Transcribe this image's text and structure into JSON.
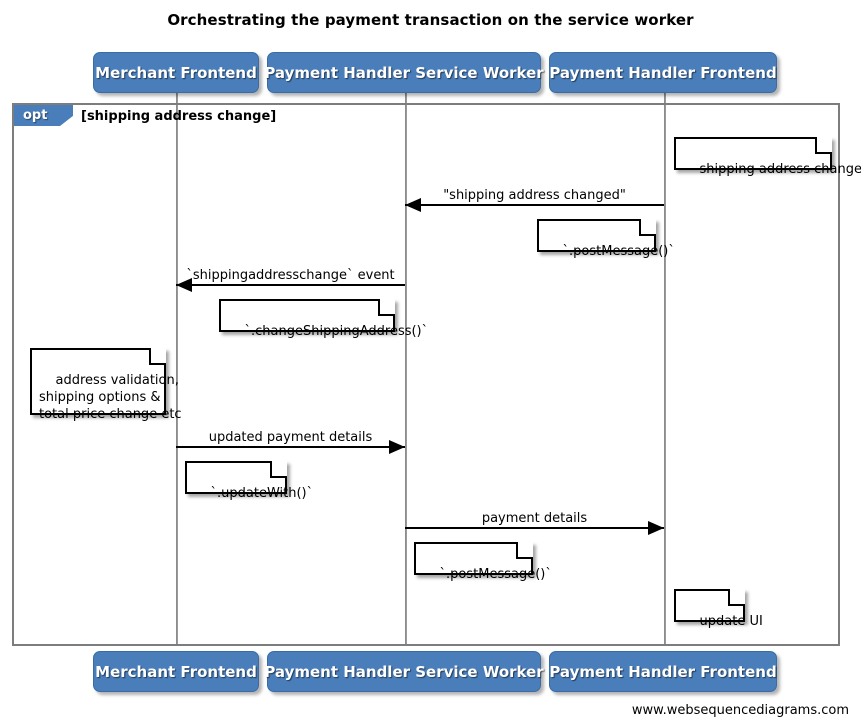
{
  "diagram": {
    "title": "Orchestrating the payment transaction on the service worker",
    "watermark": "www.websequencediagrams.com",
    "colors": {
      "participant_fill": "#4a7ebb",
      "participant_text": "#ffffff",
      "frame_border": "#7d7d7d",
      "lifeline": "#9a9a9a",
      "arrow": "#000000",
      "note_fill": "#ffffff"
    }
  },
  "participants": [
    {
      "id": "merchant-frontend",
      "label": "Merchant Frontend"
    },
    {
      "id": "payment-handler-service-worker",
      "label": "Payment Handler Service Worker"
    },
    {
      "id": "payment-handler-frontend",
      "label": "Payment Handler Frontend"
    }
  ],
  "fragment": {
    "type_label": "opt",
    "condition": "[shipping address change]"
  },
  "messages": [
    {
      "id": "msg-shipping-address-changed",
      "label": "\"shipping address changed\"",
      "from": "payment-handler-frontend",
      "to": "payment-handler-service-worker",
      "direction": "left"
    },
    {
      "id": "msg-shippingaddresschange-event",
      "label": "`shippingaddresschange` event",
      "from": "payment-handler-service-worker",
      "to": "merchant-frontend",
      "direction": "left"
    },
    {
      "id": "msg-updated-payment-details",
      "label": "updated payment details",
      "from": "merchant-frontend",
      "to": "payment-handler-service-worker",
      "direction": "right"
    },
    {
      "id": "msg-payment-details",
      "label": "payment details",
      "from": "payment-handler-service-worker",
      "to": "payment-handler-frontend",
      "direction": "right"
    }
  ],
  "notes": [
    {
      "id": "note-shipping-address-changed",
      "text": "shipping address changed",
      "over": "payment-handler-frontend"
    },
    {
      "id": "note-post-message-1",
      "text": "`.postMessage()`",
      "over": "payment-handler-frontend"
    },
    {
      "id": "note-change-shipping-address",
      "text": "`.changeShippingAddress()`",
      "over": "payment-handler-service-worker"
    },
    {
      "id": "note-address-validation",
      "text": "address validation,\nshipping options &\ntotal price change etc",
      "over": "merchant-frontend"
    },
    {
      "id": "note-update-with",
      "text": "`.updateWith()`",
      "over": "merchant-frontend"
    },
    {
      "id": "note-post-message-2",
      "text": "`.postMessage()`",
      "over": "payment-handler-service-worker"
    },
    {
      "id": "note-update-ui",
      "text": "update UI",
      "over": "payment-handler-frontend"
    }
  ]
}
